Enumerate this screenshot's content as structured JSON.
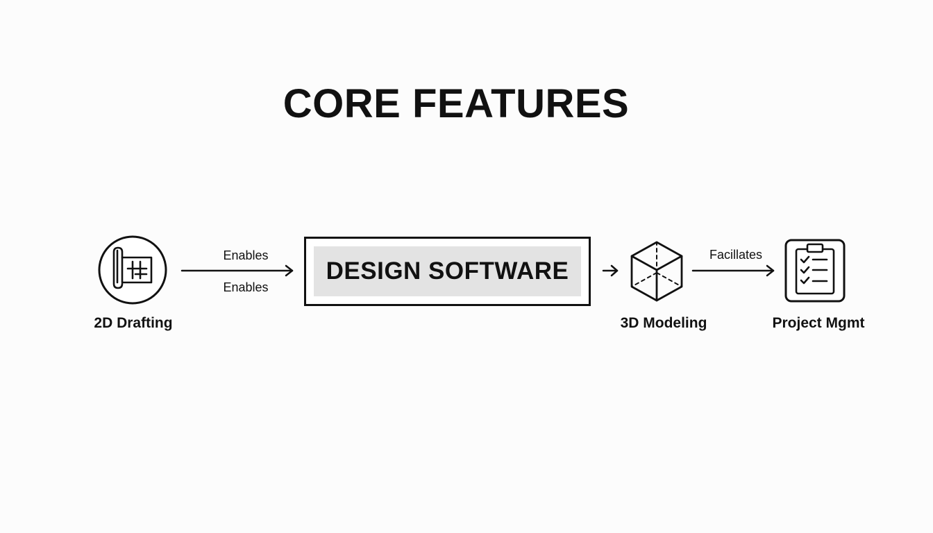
{
  "title": "CORE FEATURES",
  "center": {
    "label": "DESIGN SOFTWARE",
    "fill_color": "#e3e3e3",
    "border_color": "#111111"
  },
  "nodes": [
    {
      "id": "drafting",
      "label": "2D Drafting",
      "icon": "blueprint-icon"
    },
    {
      "id": "modeling",
      "label": "3D Modeling",
      "icon": "cube-icon"
    },
    {
      "id": "project",
      "label": "Project Mgmt",
      "icon": "clipboard-checklist-icon"
    }
  ],
  "edges": [
    {
      "from": "drafting",
      "to": "center",
      "label_top": "Enables",
      "label_bottom": "Enables"
    },
    {
      "from": "center",
      "to": "modeling"
    },
    {
      "from": "modeling",
      "to": "project",
      "label_top": "Facillates"
    }
  ]
}
